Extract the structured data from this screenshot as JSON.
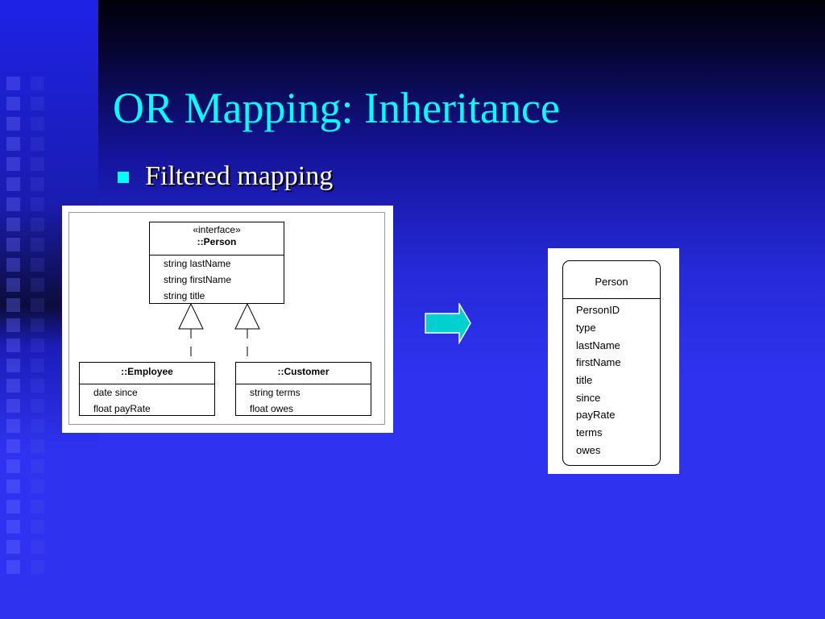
{
  "slide": {
    "title": "OR Mapping: Inheritance",
    "bullet": "Filtered mapping",
    "colors": {
      "title": "#00ffff",
      "bullet": "#00ffff",
      "background": "#2f33f0",
      "arrow": "#00d0d0"
    }
  },
  "uml": {
    "person": {
      "stereotype": "«interface»",
      "name": "::Person",
      "attributes": [
        "string lastName",
        "string firstName",
        "string title"
      ]
    },
    "employee": {
      "name": "::Employee",
      "attributes": [
        "date since",
        "float payRate"
      ]
    },
    "customer": {
      "name": "::Customer",
      "attributes": [
        "string terms",
        "float owes"
      ]
    }
  },
  "table": {
    "name": "Person",
    "columns": [
      "PersonID",
      "type",
      "lastName",
      "firstName",
      "title",
      "since",
      "payRate",
      "terms",
      "owes"
    ]
  },
  "icons": {
    "mapping_arrow": "right-arrow-icon",
    "bullet": "square-bullet-icon"
  }
}
